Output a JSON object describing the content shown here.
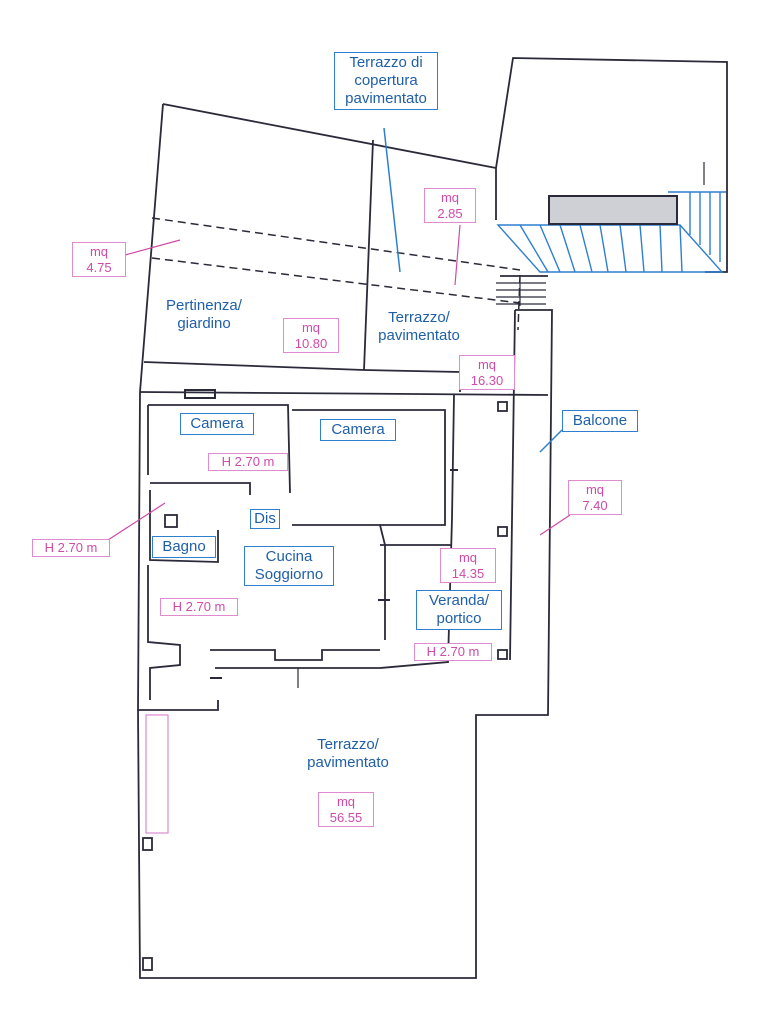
{
  "rooms": {
    "terrazzo_copertura": "Terrazzo di\ncopertura\npavimentato",
    "pertinenza": "Pertinenza/\ngiardino",
    "terrazzo_top": "Terrazzo/\npavimentato",
    "balcone": "Balcone",
    "camera_1": "Camera",
    "camera_2": "Camera",
    "dis": "Dis",
    "bagno": "Bagno",
    "cucina": "Cucina\nSoggiorno",
    "veranda": "Veranda/\nportico",
    "terrazzo_bottom": "Terrazzo/\npavimentato"
  },
  "areas": {
    "a_4_75": "mq\n4.75",
    "a_2_85": "mq\n2.85",
    "a_10_80": "mq\n10.80",
    "a_16_30": "mq\n16.30",
    "a_7_40": "mq\n7.40",
    "a_14_35": "mq\n14.35",
    "a_56_55": "mq\n56.55"
  },
  "heights": {
    "h_camera": "H 2.70 m",
    "h_left": "H 2.70 m",
    "h_cucina": "H 2.70 m",
    "h_veranda": "H 2.70 m"
  },
  "colors": {
    "walls": "#2a2a3a",
    "room_label": "#1f5fa8",
    "room_border": "#2e7fd0",
    "area_label": "#d04aa8",
    "area_border": "#e08ad0",
    "stair_lines": "#2e7fd0"
  }
}
